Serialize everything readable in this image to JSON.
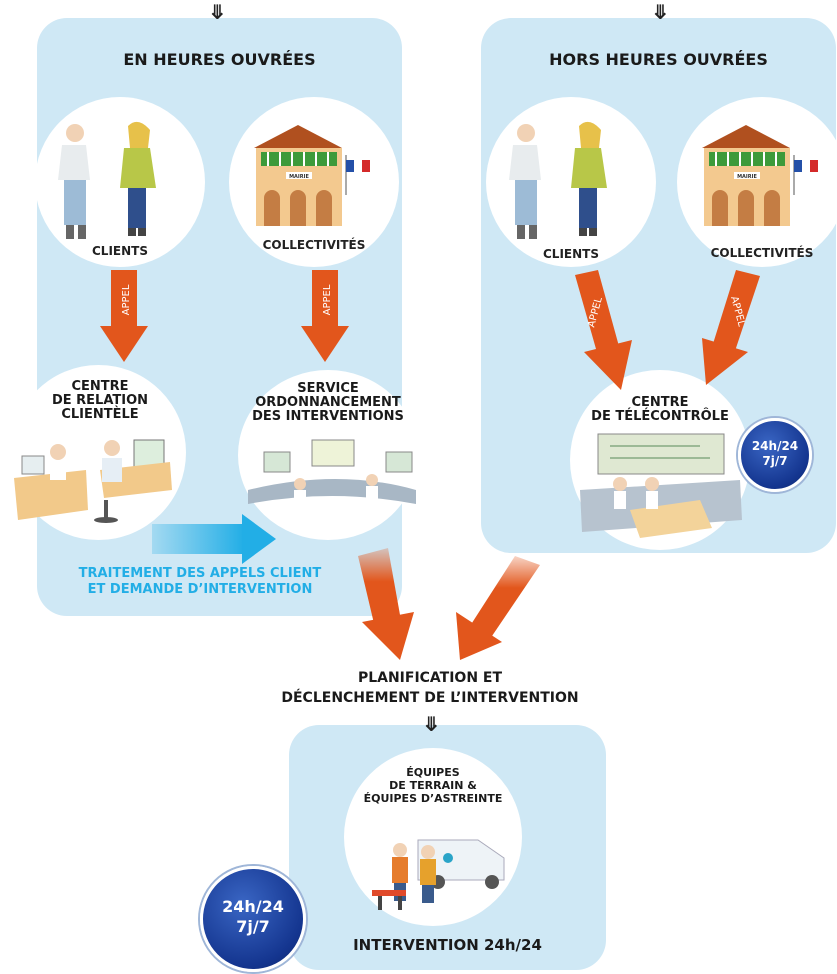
{
  "panels": {
    "business_hours": {
      "title": "EN HEURES OUVRÉES",
      "clients_label": "CLIENTS",
      "collectivites_label": "COLLECTIVITÉS",
      "call_label_left": "APPEL",
      "call_label_right": "APPEL",
      "crc_label": "CENTRE\nDE RELATION\nCLIENTÈLE",
      "service_label": "SERVICE\nORDONNANCEMENT\nDES INTERVENTIONS",
      "traitement_label": "TRAITEMENT DES APPELS CLIENT\nET DEMANDE D’INTERVENTION",
      "mairie_sign": "MAIRIE"
    },
    "after_hours": {
      "title": "HORS HEURES OUVRÉES",
      "clients_label": "CLIENTS",
      "collectivites_label": "COLLECTIVITÉS",
      "call_label_left": "APPEL",
      "call_label_right": "APPEL",
      "telecontrole_label": "CENTRE\nDE TÉLÉCONTRÔLE",
      "mairie_sign": "MAIRIE",
      "badge": {
        "line1": "24h/24",
        "line2": "7j/7"
      }
    }
  },
  "planning_label": "PLANIFICATION ET\nDÉCLENCHEMENT DE L’INTERVENTION",
  "intervention": {
    "teams_label": "ÉQUIPES\nDE TERRAIN &\nÉQUIPES D’ASTREINTE",
    "footer_label": "INTERVENTION 24h/24",
    "badge": {
      "line1": "24h/24",
      "line2": "7j/7"
    }
  },
  "colors": {
    "panel_bg": "#cfe8f5",
    "arrow_orange": "#e2561c",
    "arrow_blue": "#22aee6",
    "badge_blue": "#14358f"
  }
}
